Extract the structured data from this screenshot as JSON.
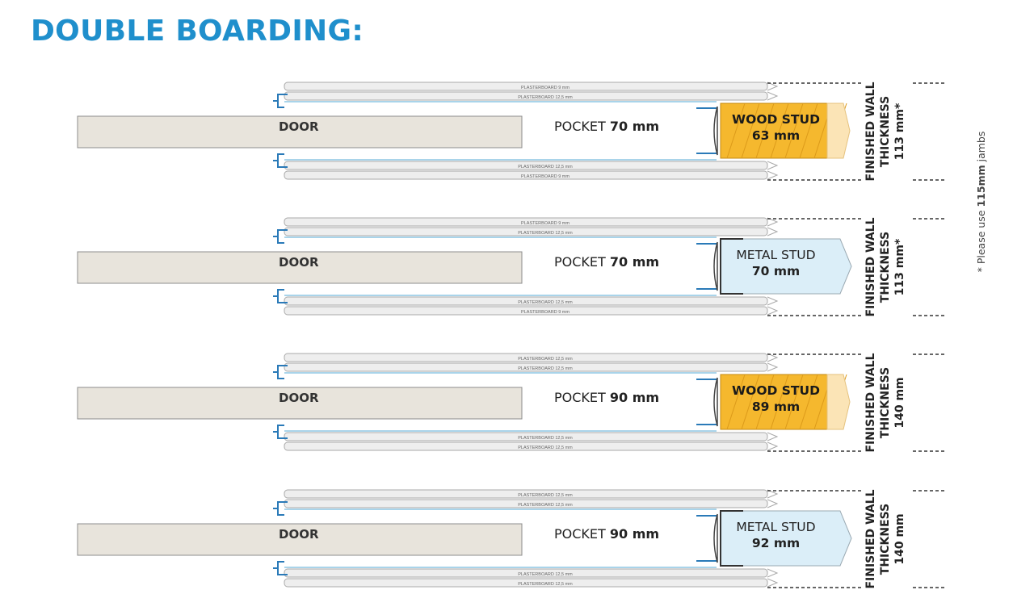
{
  "title": "DOUBLE BOARDING:",
  "note": {
    "prefix": "* Please use ",
    "bold": "115mm",
    "suffix": " jambs"
  },
  "assemblies": [
    {
      "door": "DOOR",
      "pocket_prefix": "POCKET ",
      "pocket_value": "70 mm",
      "stud_type": "wood",
      "stud_name": "WOOD STUD",
      "stud_size": "63 mm",
      "boards_outer": "PLASTERBOARD 9 mm",
      "boards_inner": "PLASTERBOARD 12,5 mm",
      "fwt_line1": "FINISHED WALL",
      "fwt_line2": "THICKNESS",
      "fwt_line3": "113 mm*"
    },
    {
      "door": "DOOR",
      "pocket_prefix": "POCKET ",
      "pocket_value": "70 mm",
      "stud_type": "metal",
      "stud_name": "METAL STUD",
      "stud_size": "70 mm",
      "boards_outer": "PLASTERBOARD 9 mm",
      "boards_inner": "PLASTERBOARD 12,5 mm",
      "fwt_line1": "FINISHED WALL",
      "fwt_line2": "THICKNESS",
      "fwt_line3": "113 mm*"
    },
    {
      "door": "DOOR",
      "pocket_prefix": "POCKET ",
      "pocket_value": "90 mm",
      "stud_type": "wood",
      "stud_name": "WOOD STUD",
      "stud_size": "89 mm",
      "boards_outer": "PLASTERBOARD 12,5 mm",
      "boards_inner": "PLASTERBOARD 12,5 mm",
      "fwt_line1": "FINISHED WALL",
      "fwt_line2": "THICKNESS",
      "fwt_line3": "140 mm"
    },
    {
      "door": "DOOR",
      "pocket_prefix": "POCKET ",
      "pocket_value": "90 mm",
      "stud_type": "metal",
      "stud_name": "METAL STUD",
      "stud_size": "92 mm",
      "boards_outer": "PLASTERBOARD 12,5 mm",
      "boards_inner": "PLASTERBOARD 12,5 mm",
      "fwt_line1": "FINISHED WALL",
      "fwt_line2": "THICKNESS",
      "fwt_line3": "140 mm"
    }
  ]
}
